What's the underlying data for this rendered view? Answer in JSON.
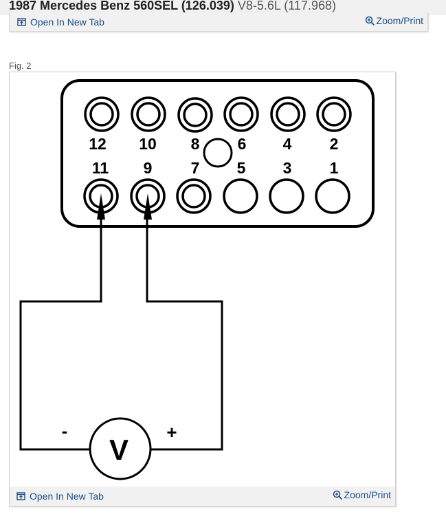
{
  "header": {
    "vehicle_name": "1987 Mercedes Benz 560SEL (126.039)",
    "engine": "V8-5.6L (117.968)"
  },
  "top_panel": {
    "open_new_tab": "Open In New Tab",
    "zoom_print": "Zoom/Print"
  },
  "figure": {
    "label": "Fig. 2",
    "top_row_pins": [
      "12",
      "10",
      "8",
      "6",
      "4",
      "2"
    ],
    "bottom_row_pins": [
      "11",
      "9",
      "7",
      "5",
      "3",
      "1"
    ],
    "meter_label": "V",
    "minus_label": "-",
    "plus_label": "+",
    "open_new_tab": "Open In New Tab",
    "zoom_print": "Zoom/Print"
  },
  "icons": {
    "open_tab": "open-new-tab-icon",
    "zoom": "zoom-in-icon"
  },
  "colors": {
    "link": "#1d4e89",
    "panel_bg": "#f1f1f1"
  }
}
